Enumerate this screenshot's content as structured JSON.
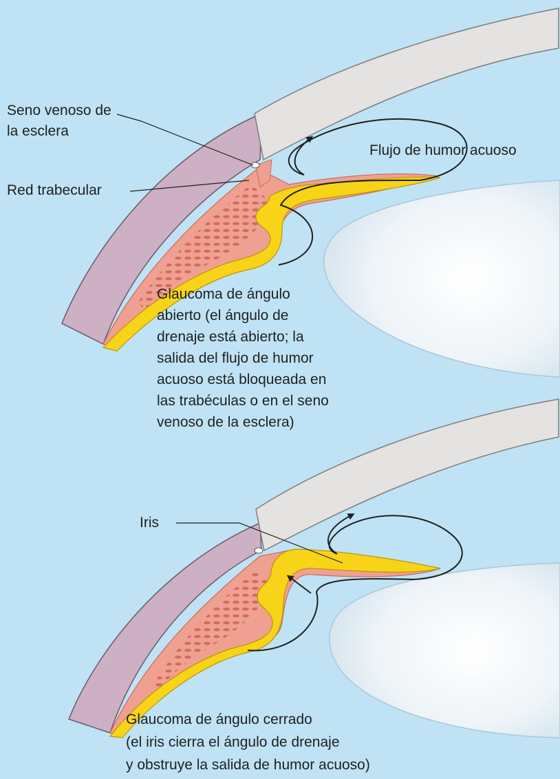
{
  "labels": {
    "seno_venoso": "Seno venoso de\nla esclera",
    "flujo": "Flujo de humor acuoso",
    "red_trabecular": "Red trabecular",
    "glaucoma_abierto": "Glaucoma de ángulo\nabierto (el ángulo de\ndrenaje está abierto; la\nsalida del flujo de humor\nacuoso está bloqueada en\nlas trabéculas o en el seno\nvenoso de la esclera)",
    "iris": "Iris",
    "glaucoma_cerrado": "Glaucoma de ángulo cerrado\n(el iris cierra el ángulo de drenaje\ny obstruye la salida de humor acuoso)"
  },
  "colors": {
    "background": "#bfe3f4",
    "cornea": "#e4e3e1",
    "sclera": "#cdb0c4",
    "ciliary_tissue": "#f0a090",
    "iris_yellow": "#f7d417",
    "lens": "#eef4f8",
    "ink": "#1f1f1f"
  }
}
